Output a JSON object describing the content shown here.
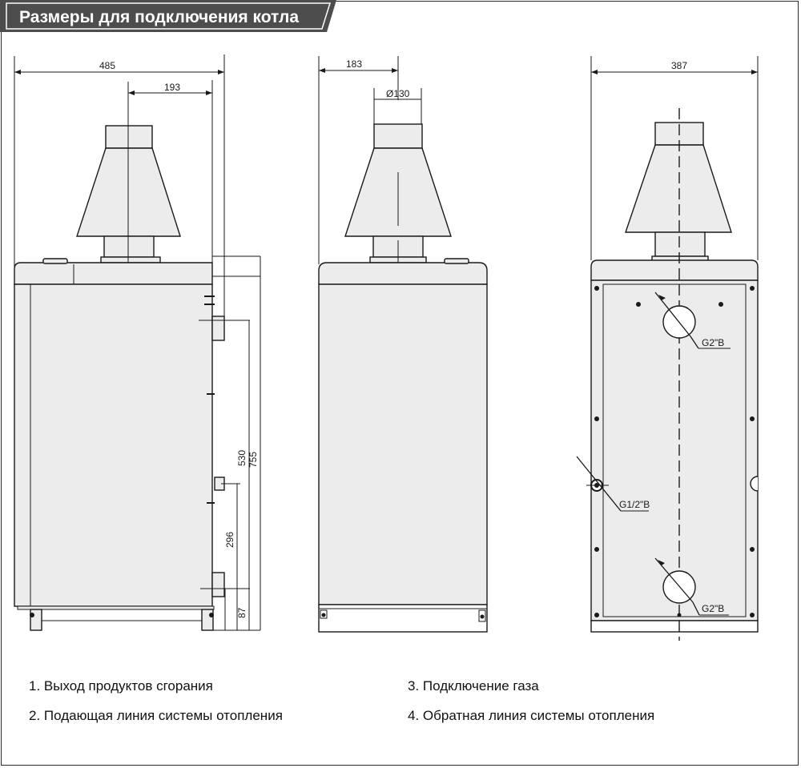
{
  "header": {
    "title": "Размеры для подключения котла"
  },
  "dimensions": {
    "side_total_width": "485",
    "side_flue_offset": "193",
    "side_h_530": "530",
    "side_h_755": "755",
    "side_h_296": "296",
    "side_h_87": "87",
    "front_flue_offset": "183",
    "front_flue_diameter": "Ø130",
    "back_total_width": "387"
  },
  "connections": {
    "heating_top": "G2\"В",
    "gas": "G1/2\"В",
    "heating_bottom": "G2\"В"
  },
  "legend": {
    "item1": "1. Выход продуктов сгорания",
    "item2": "2. Подающая линия системы отопления",
    "item3": "3. Подключение газа",
    "item4": "4. Обратная линия системы отопления"
  },
  "colors": {
    "header_bg": "#4d4d4d",
    "body_fill": "#ececec",
    "line": "#1a1a1a"
  }
}
